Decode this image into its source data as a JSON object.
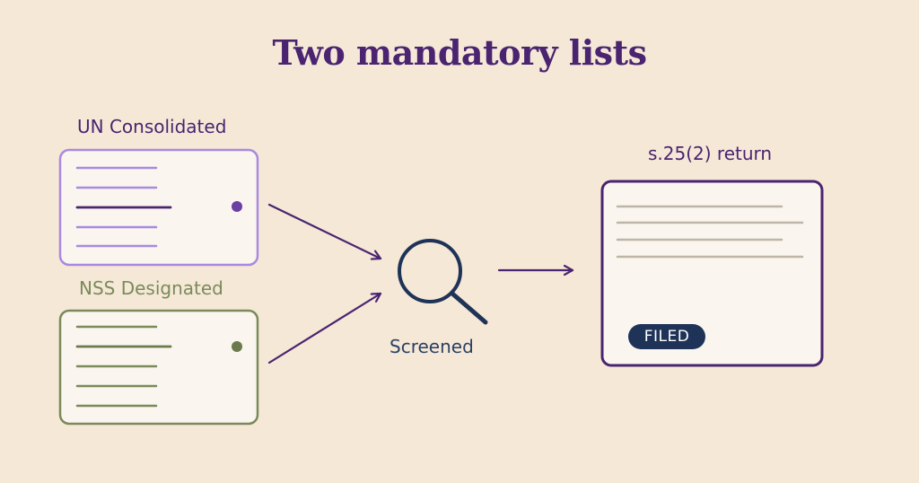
{
  "title": "Two mandatory lists",
  "lists": {
    "un": {
      "label": "UN Consolidated"
    },
    "nss": {
      "label": "NSS Designated"
    }
  },
  "screening": {
    "label": "Screened",
    "icon": "magnifying-glass-icon"
  },
  "output": {
    "label": "s.25(2) return",
    "badge": "FILED"
  },
  "colors": {
    "background": "#f5e8d7",
    "title": "#4a2470",
    "un_list": "#a98ae0",
    "nss_list": "#7a8a5a",
    "card_fill": "#faf5ef",
    "screen_navy": "#1e3357",
    "return_lines": "#bdb5a6"
  }
}
